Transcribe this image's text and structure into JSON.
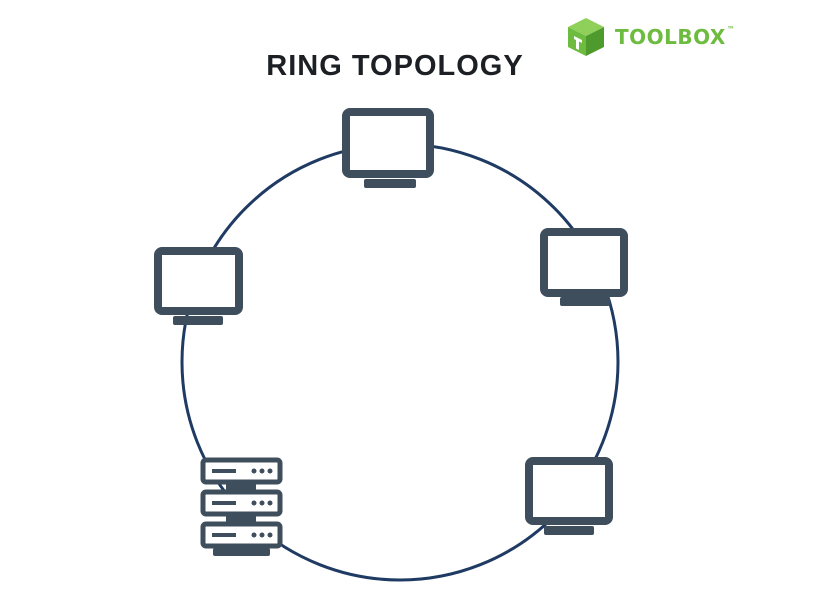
{
  "title": "RING TOPOLOGY",
  "brand": {
    "name": "TOOLBOX",
    "tm": "™"
  },
  "colors": {
    "ring": "#1f3b63",
    "device": "#3f4e5c",
    "brand_green": "#6dbb3f",
    "brand_green_dark": "#4f9a2c",
    "title": "#1c1f24"
  },
  "nodes": [
    {
      "id": "node-top",
      "type": "computer",
      "icon": "monitor-icon"
    },
    {
      "id": "node-right",
      "type": "computer",
      "icon": "monitor-icon"
    },
    {
      "id": "node-bottom-right",
      "type": "computer",
      "icon": "monitor-icon"
    },
    {
      "id": "node-server",
      "type": "server",
      "icon": "server-rack-icon"
    },
    {
      "id": "node-left",
      "type": "computer",
      "icon": "monitor-icon"
    }
  ]
}
